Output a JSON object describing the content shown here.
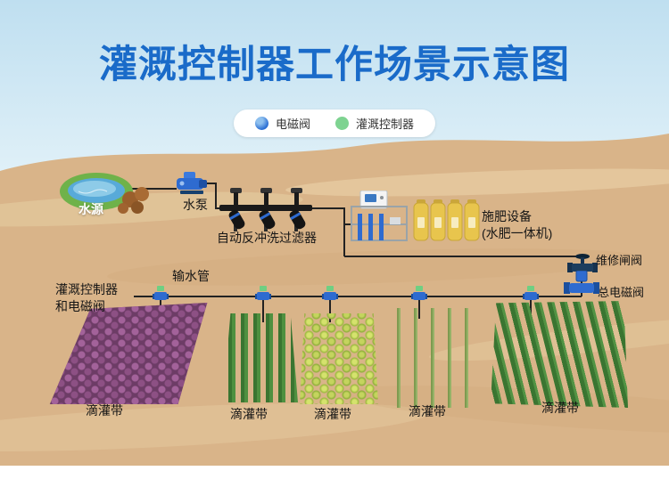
{
  "title": "灌溉控制器工作场景示意图",
  "legend": {
    "items": [
      {
        "id": "solenoid-valve",
        "label": "电磁阀",
        "color": "#2b6fd4"
      },
      {
        "id": "irrigation-controller",
        "label": "灌溉控制器",
        "color": "#7ed391"
      }
    ]
  },
  "components": {
    "water_source": "水源",
    "water_pump": "水泵",
    "backwash_filter": "自动反冲洗过滤器",
    "fertilizer_line1": "施肥设备",
    "fertilizer_line2": "(水肥一体机)",
    "maintenance_gate_valve": "维修闸阀",
    "main_solenoid_valve": "总电磁阀",
    "water_pipe": "输水管",
    "field_controller_line1": "灌溉控制器",
    "field_controller_line2": "和电磁阀"
  },
  "fields": [
    {
      "crop": "purple-vegetable",
      "label": "滴灌带"
    },
    {
      "crop": "green-rows",
      "label": "滴灌带"
    },
    {
      "crop": "leafy-vegetable",
      "label": "滴灌带"
    },
    {
      "crop": "seedling-rows",
      "label": "滴灌带"
    },
    {
      "crop": "green-crop-rows",
      "label": "滴灌带"
    }
  ],
  "colors": {
    "title_blue": "#1a6bc9",
    "sky": "#cde6f3",
    "sand": "#d9b489",
    "pipe": "#222222",
    "valve_blue": "#2e6bd0",
    "controller_green": "#6fcf82",
    "tank_yellow": "#e8c54d",
    "field_purple": "#7b4573",
    "field_green": "#3f7d33"
  }
}
